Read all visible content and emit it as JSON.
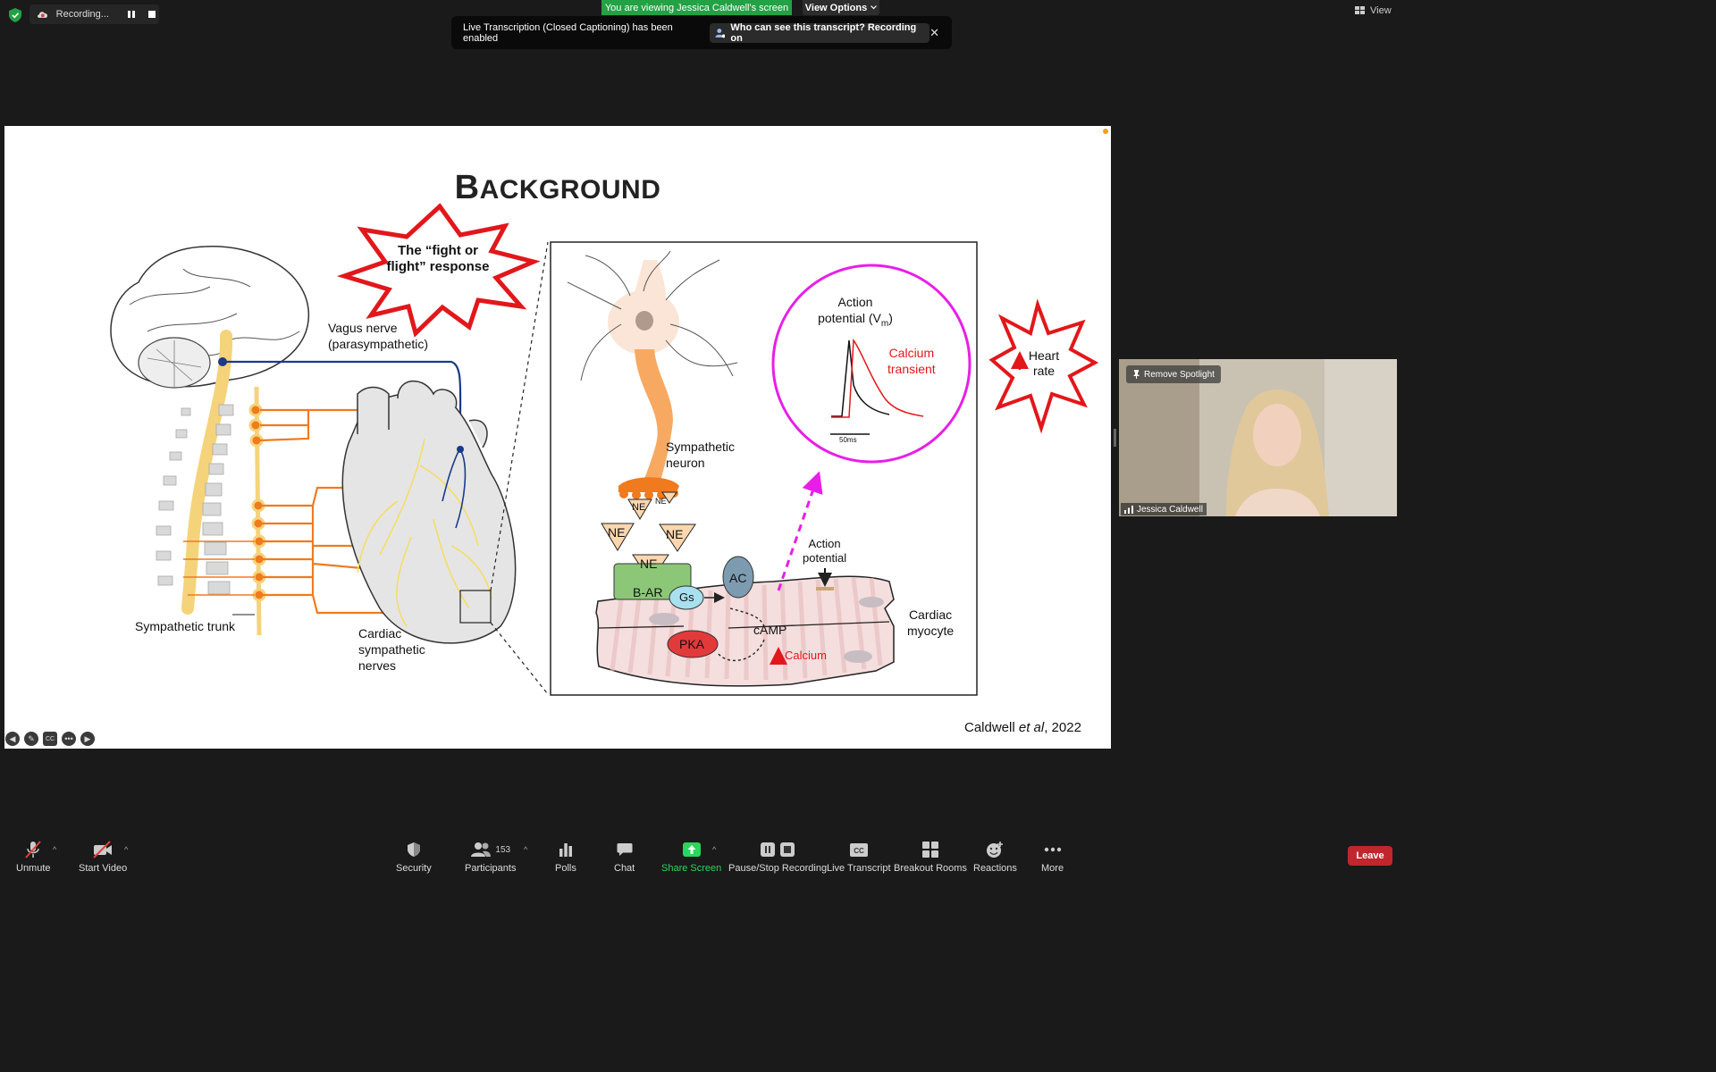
{
  "top_bar": {
    "recording_label": "Recording...",
    "viewing_banner": "You are viewing Jessica Caldwell's screen",
    "view_options_label": "View Options",
    "view_label": "View"
  },
  "transcript_banner": {
    "message": "Live Transcription (Closed Captioning) has been enabled",
    "who_button": "Who can see this transcript? Recording on",
    "close_glyph": "✕"
  },
  "slide": {
    "title_first": "B",
    "title_rest": "ACKGROUND",
    "starburst_fight": "The “fight or flight” response",
    "starburst_fight_line1": "The “fight or",
    "starburst_fight_line2": "flight” response",
    "vagus_line1": "Vagus nerve",
    "vagus_line2": "(parasympathetic)",
    "sympathetic_trunk": "Sympathetic trunk",
    "cardiac_nerves_line1": "Cardiac",
    "cardiac_nerves_line2": "sympathetic",
    "cardiac_nerves_line3": "nerves",
    "neuron_line1": "Sympathetic",
    "neuron_line2": "neuron",
    "ap_line1": "Action",
    "ap_line2": "potential (V",
    "ap_sub": "m",
    "ap_close": ")",
    "calcium_line1": "Calcium",
    "calcium_line2": "transient",
    "scale_bar": "50ms",
    "heart_rate_line1": "Heart",
    "heart_rate_line2": "rate",
    "ne_label": "NE",
    "bar_label": "B-AR",
    "gs_label": "Gs",
    "ac_label": "AC",
    "camp_label": "cAMP",
    "pka_label": "PKA",
    "calcium_label": "Calcium",
    "ap_small_line1": "Action",
    "ap_small_line2": "potential",
    "myocyte_line1": "Cardiac",
    "myocyte_line2": "myocyte",
    "citation_author": "Caldwell ",
    "citation_etal": "et al",
    "citation_year": ", 2022"
  },
  "video": {
    "remove_spotlight": "Remove Spotlight",
    "participant_name": "Jessica Caldwell"
  },
  "toolbar": {
    "unmute": "Unmute",
    "start_video": "Start Video",
    "security": "Security",
    "participants": "Participants",
    "participants_count": "153",
    "polls": "Polls",
    "chat": "Chat",
    "share_screen": "Share Screen",
    "pause_stop_recording": "Pause/Stop Recording",
    "live_transcript": "Live Transcript",
    "breakout_rooms": "Breakout Rooms",
    "reactions": "Reactions",
    "more": "More",
    "leave": "Leave"
  },
  "colors": {
    "green": "#23a144",
    "leave_red": "#c0272d",
    "share_green": "#2bd65a",
    "magenta": "#e81ee8",
    "diagram_orange": "#f07a1e",
    "diagram_blue": "#1a3a8a"
  }
}
